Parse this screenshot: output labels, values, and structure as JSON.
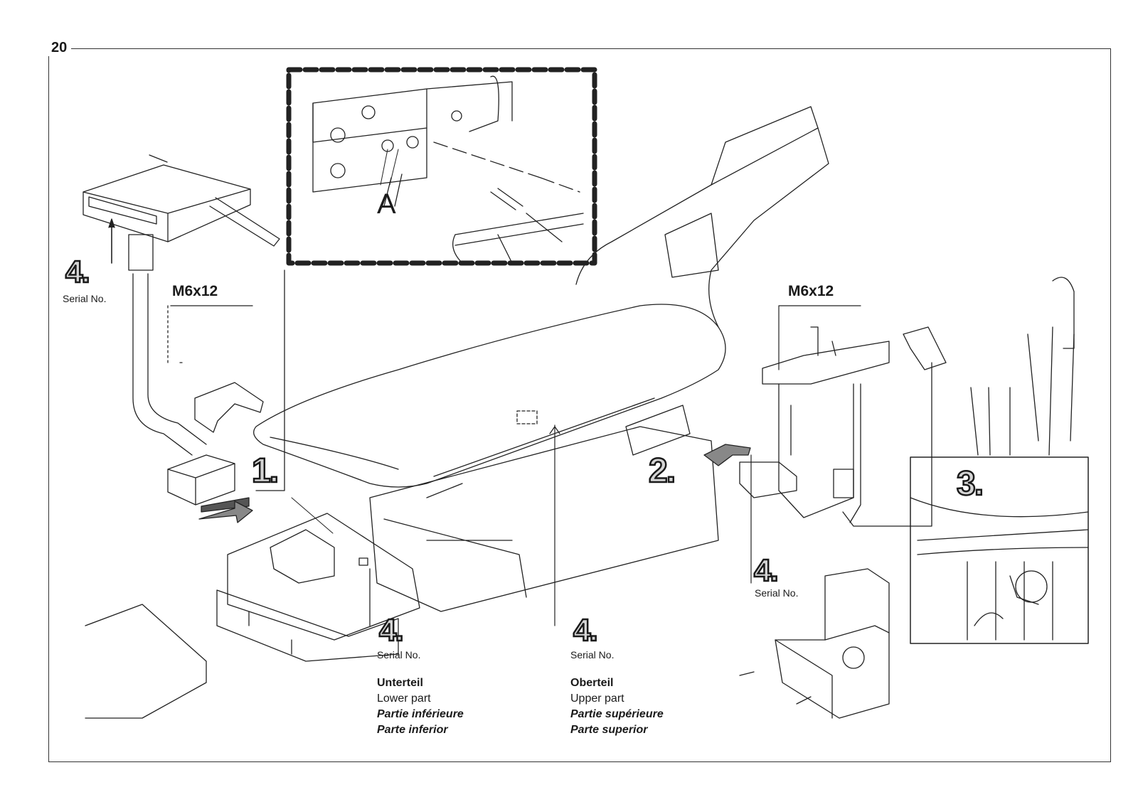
{
  "page": {
    "number": "20"
  },
  "callouts": {
    "detail_letter": "A",
    "screw_left": "M6x12",
    "screw_right": "M6x12",
    "serial_no": "Serial No.",
    "step_1": "1.",
    "step_2": "2.",
    "step_3": "3.",
    "step_4": "4."
  },
  "parts": {
    "lower": {
      "de": "Unterteil",
      "en": "Lower part",
      "fr": "Partie inférieure",
      "es": "Parte inferior"
    },
    "upper": {
      "de": "Oberteil",
      "en": "Upper part",
      "fr": "Partie supérieure",
      "es": "Parte superior"
    }
  }
}
